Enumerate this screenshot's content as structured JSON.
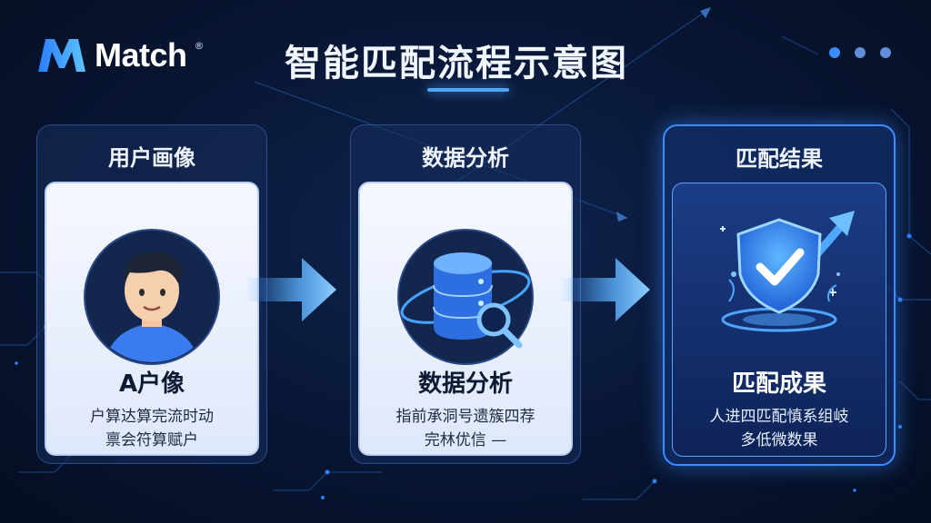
{
  "header": {
    "logo_text": "Match",
    "logo_reg": "®",
    "title": "智能匹配流程示意图"
  },
  "colors": {
    "accent": "#3d8cff",
    "dot_1": "#3a8bff",
    "dot_2": "#5f8fd6",
    "dot_3": "#5f8fd6"
  },
  "steps": [
    {
      "panel_title": "用户画像",
      "card_title": "A户像",
      "lines": [
        "户算达算完流时动",
        "禀会符算赋户"
      ],
      "icon": "user-avatar-icon"
    },
    {
      "panel_title": "数据分析",
      "card_title": "数据分析",
      "lines": [
        "指前承洞号遗簇四荐",
        "完林优信 —"
      ],
      "icon": "database-search-icon"
    },
    {
      "panel_title": "匹配结果",
      "card_title": "匹配成果",
      "lines": [
        "人进四匹配慎系组岐",
        "多低微数果"
      ],
      "icon": "shield-check-icon"
    }
  ]
}
